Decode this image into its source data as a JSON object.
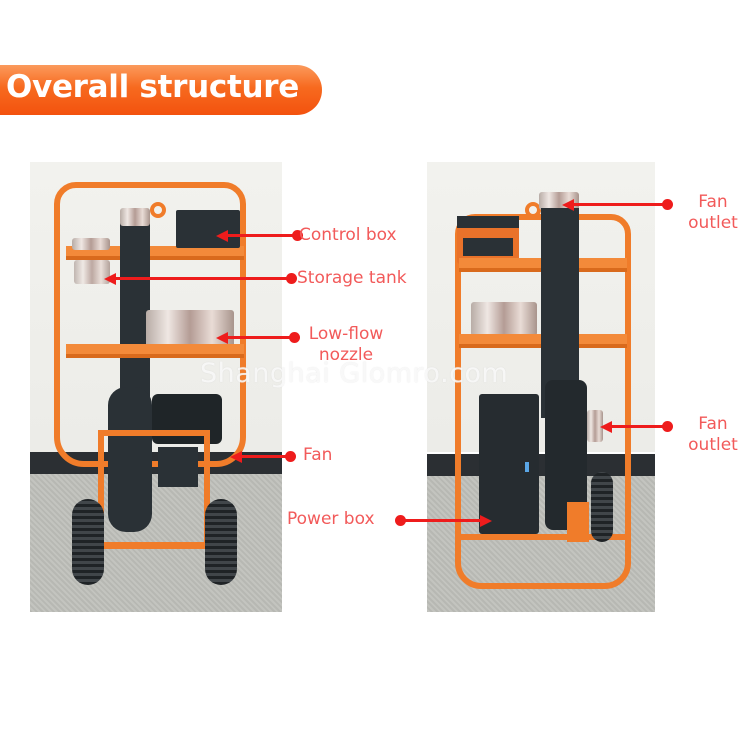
{
  "banner": {
    "title": "Overall structure",
    "color_top": "#fb9a5c",
    "color_bottom": "#f3520e"
  },
  "left_photo": {
    "description": "Front view of orange wheeled cart with blower",
    "callouts": [
      {
        "label": "Control box"
      },
      {
        "label": "Storage tank"
      },
      {
        "label_line1": "Low-flow",
        "label_line2": "nozzle"
      },
      {
        "label": "Fan"
      }
    ]
  },
  "right_photo": {
    "description": "Side view of orange wheeled cart with blower",
    "callouts": [
      {
        "label_line1": "Fan",
        "label_line2": "outlet"
      },
      {
        "label_line1": "Fan",
        "label_line2": "outlet"
      },
      {
        "label": "Power box"
      }
    ]
  },
  "watermark": "Shanghai Glomro.com",
  "colors": {
    "label_text": "#f25a5a",
    "arrow": "#ee1c1c",
    "frame_orange": "#f07c2a"
  }
}
